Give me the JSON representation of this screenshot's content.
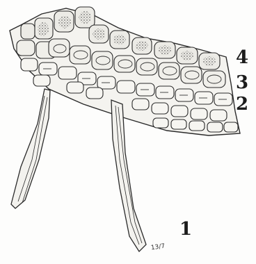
{
  "labels": {
    "layer_4": "4",
    "layer_3": "3",
    "layer_2": "2",
    "hair": "1"
  },
  "signature": "13/7",
  "colors": {
    "ink": "#2a2a2a",
    "paper": "#fdfdfc"
  }
}
